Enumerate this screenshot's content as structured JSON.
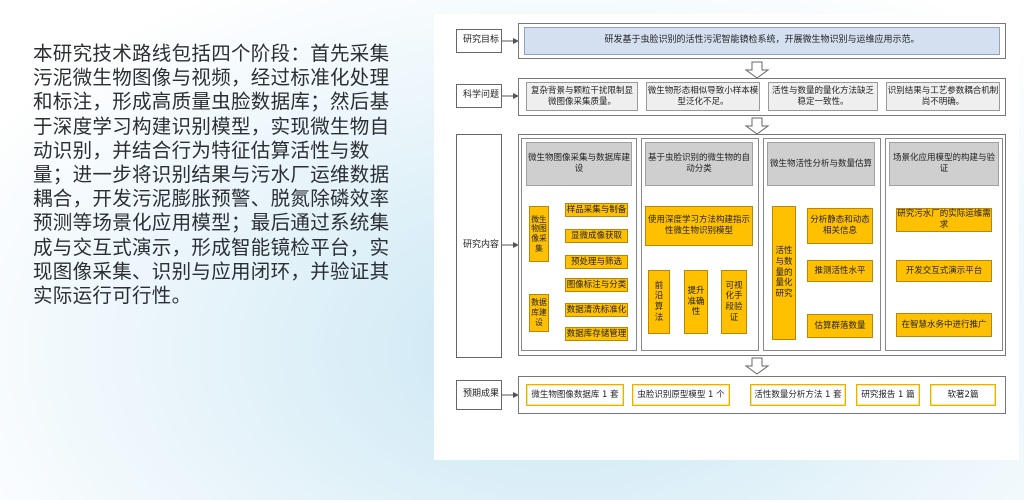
{
  "paragraph": "本研究技术路线包括四个阶段：首先采集污泥微生物图像与视频，经过标准化处理和标注，形成高质量虫脸数据库；然后基于深度学习构建识别模型，实现微生物自动识别，并结合行为特征估算活性与数量；进一步将识别结果与污水厂运维数据耦合，开发污泥膨胀预警、脱氮除磷效率预测等场景化应用模型；最后通过系统集成与交互式演示，形成智能镜检平台，实现图像采集、识别与应用闭环，并验证其实际运行可行性。",
  "rows": {
    "goal_label": "研究目标",
    "problem_label": "科学问题",
    "content_label": "研究内容",
    "outcome_label": "预期成果"
  },
  "goal": "研发基于虫脸识别的活性污泥智能镜检系统，开展微生物识别与运维应用示范。",
  "problems": [
    "复杂背景与颗粒干扰限制显微图像采集质量。",
    "微生物形态相似导致小样本模型泛化不足。",
    "活性与数量的量化方法缺乏稳定一致性。",
    "识别结果与工艺参数耦合机制尚不明确。"
  ],
  "phases": {
    "p1": {
      "title": "微生物图像采集与数据库建设",
      "group1": "微生物图像采集",
      "group1_items": [
        "样品采集与制备",
        "显微成像获取",
        "预处理与筛选"
      ],
      "group2": "数据库建设",
      "group2_items": [
        "图像标注与分类",
        "数据清洗标准化",
        "数据库存储管理"
      ]
    },
    "p2": {
      "title": "基于虫脸识别的微生物的自动分类",
      "main": "使用深度学习方法构建指示性微生物识别模型",
      "subs": [
        "前沿算法",
        "提升准确性",
        "可视化手段验证"
      ]
    },
    "p3": {
      "title": "微生物活性分析与数量估算",
      "side": "活性与数量的量化研究",
      "items": [
        "分析静态和动态相关信息",
        "推测活性水平",
        "估算群落数量"
      ]
    },
    "p4": {
      "title": "场景化应用模型的构建与验证",
      "items": [
        "研究污水厂的实际运维需求",
        "开发交互式演示平台",
        "在智慧水务中进行推广"
      ]
    }
  },
  "outcomes": [
    "微生物图像数据库 1 套",
    "虫脸识别原型模型 1 个",
    "活性数量分析方法 1 套",
    "研究报告 1 篇",
    "软著2篇"
  ],
  "colors": {
    "accent_yellow": "#ffc000",
    "goal_blue": "#d4dff0",
    "header_gray": "#cfcfcf"
  }
}
